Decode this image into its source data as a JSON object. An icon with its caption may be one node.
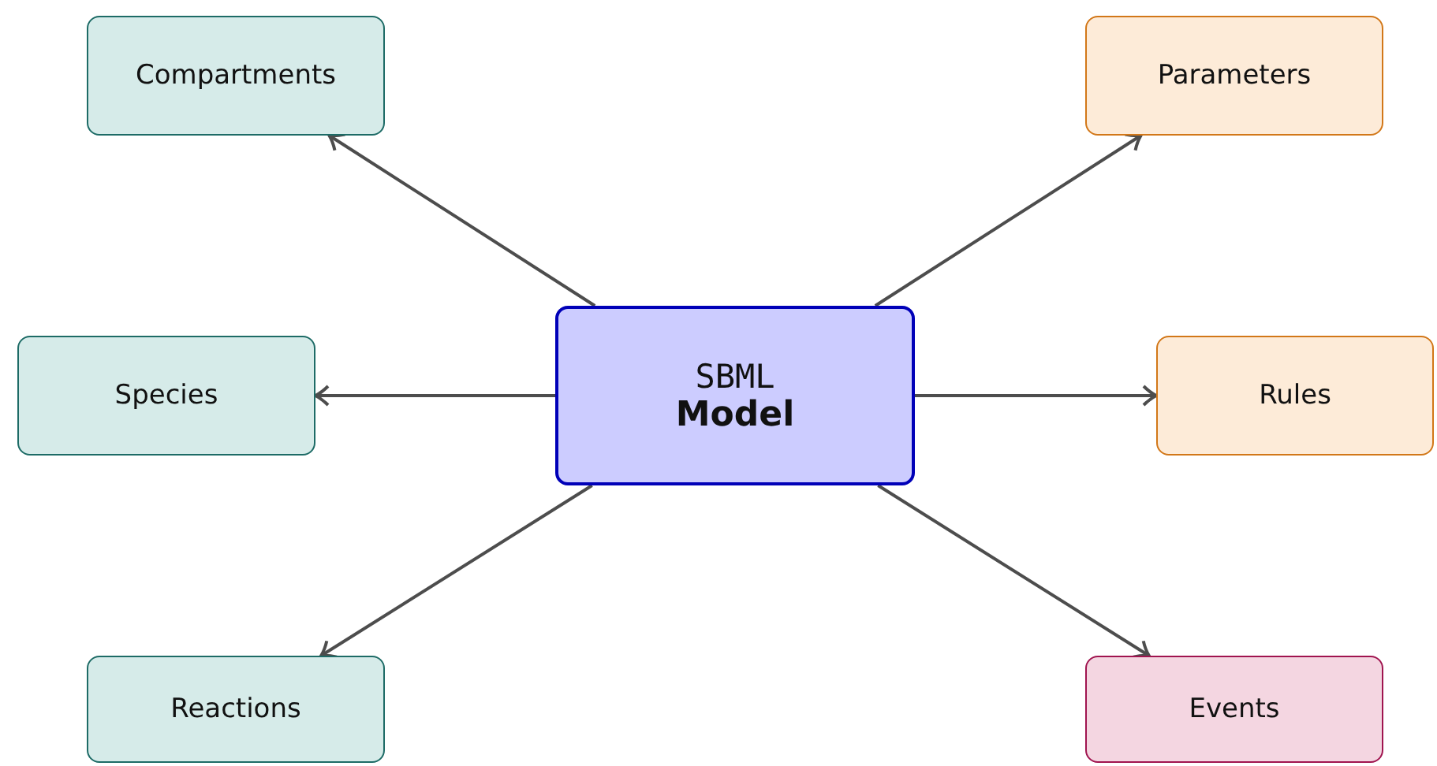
{
  "diagram": {
    "nodes": [
      {
        "text": [
          "Compartments"
        ]
      },
      {
        "text": [
          "Parameters"
        ]
      },
      {
        "text": [
          "Species"
        ]
      },
      {
        "text": [
          "SBML",
          "Model"
        ]
      },
      {
        "text": [
          "Rules"
        ]
      },
      {
        "text": [
          "Reactions"
        ]
      },
      {
        "text": [
          "Events"
        ]
      }
    ],
    "edges": [
      {
        "from": 3,
        "to": 0,
        "arrow": "to"
      },
      {
        "from": 3,
        "to": 1,
        "arrow": "to"
      },
      {
        "from": 3,
        "to": 2,
        "arrow": "to"
      },
      {
        "from": 3,
        "to": 4,
        "arrow": "to"
      },
      {
        "from": 3,
        "to": 5,
        "arrow": "to"
      },
      {
        "from": 3,
        "to": 6,
        "arrow": "to"
      }
    ]
  }
}
